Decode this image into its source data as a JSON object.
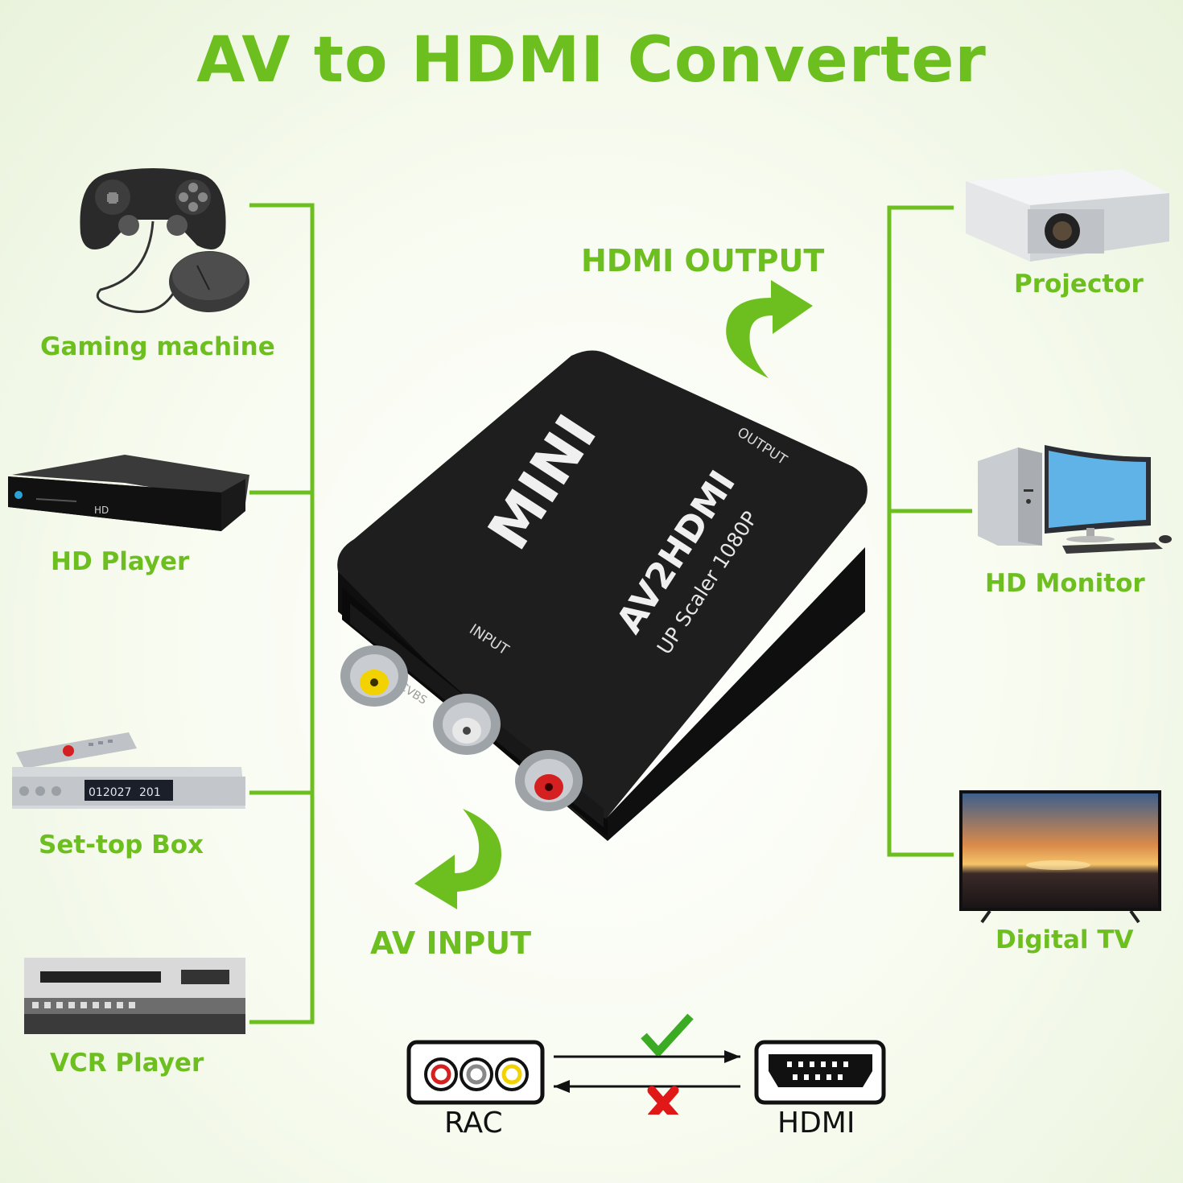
{
  "title": "AV to HDMI Converter",
  "sources": [
    {
      "label": "Gaming machine",
      "icon": "gamepad-and-mouse-icon"
    },
    {
      "label": "HD Player",
      "icon": "dvd-player-icon",
      "badge": "HD"
    },
    {
      "label": "Set-top Box",
      "icon": "set-top-box-icon",
      "display_left": "012027",
      "display_right": "201"
    },
    {
      "label": "VCR Player",
      "icon": "vcr-icon"
    }
  ],
  "outputs": [
    {
      "label": "Projector",
      "icon": "projector-icon"
    },
    {
      "label": "HD Monitor",
      "icon": "computer-monitor-icon"
    },
    {
      "label": "Digital TV",
      "icon": "television-icon"
    }
  ],
  "hdmi_output_label": "HDMI OUTPUT",
  "av_input_label": "AV INPUT",
  "device": {
    "output_text": "OUTPUT",
    "brand": "MINI",
    "model": "AV2HDMI",
    "subtitle": "UP Scaler 1080P",
    "input_text": "INPUT",
    "cvbs_text": "CVBS"
  },
  "legend": {
    "left_label": "RAC",
    "right_label": "HDMI",
    "forward_mark": "check-icon",
    "reverse_mark": "cross-icon"
  },
  "colors": {
    "accent_green": "#6dbf1f",
    "device_body": "#1b1b1b",
    "jack_yellow": "#f2d200",
    "jack_white": "#e8e8e8",
    "jack_red": "#d42020",
    "cross_red": "#e01818"
  }
}
